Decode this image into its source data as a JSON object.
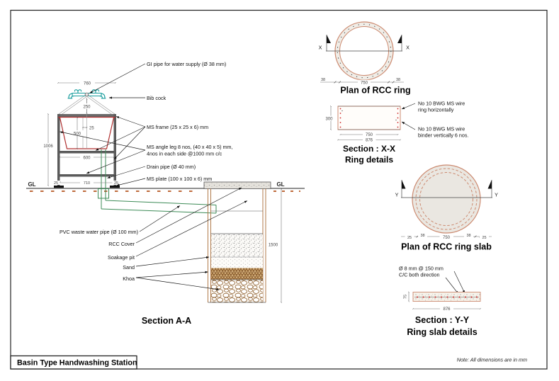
{
  "colors": {
    "tap_teal": "#169c9c",
    "basin_red": "#b03030",
    "pipe_green": "#3d8b57",
    "ring_salmon": "#cc8a70",
    "pit_brown": "#b07a4a",
    "rebar_red": "#cc2222",
    "ground_brown": "#b5551f",
    "frame_gray": "#555555"
  },
  "sheet": {
    "title": "Basin Type Handwashing Station",
    "note": "Note: All dimensions are in mm"
  },
  "section_aa": {
    "title": "Section A-A",
    "gl": "GL",
    "labels": {
      "gi_pipe": "GI pipe for water supply (Ø 38 mm)",
      "bib_cock": "Bib cock",
      "ms_frame": "MS frame (25 x 25 x 6) mm",
      "ms_angle_1": "MS angle leg 8 nos, (40 x 40 x 5) mm,",
      "ms_angle_2": "4nos in each side @1000 mm c/c",
      "drain_pipe": "Drain pipe (Ø 40 mm)",
      "ms_plate": "MS plate (100 x 100 x 6) mm",
      "pvc_pipe": "PVC waste water pipe (Ø 100 mm)",
      "rcc_cover": "RCC Cover",
      "soakage_pit": "Soakage pit",
      "sand": "Sand",
      "khoa": "Khoa"
    },
    "dims": {
      "top_width": "760",
      "tap_height": "250",
      "rim_offset": "25",
      "basin_depth": "500",
      "mid_width": "600",
      "frame_height": "1006",
      "base_left": "25",
      "base_width": "710",
      "base_right": "25",
      "pit_depth": "1500"
    }
  },
  "ring_plan": {
    "title": "Plan of RCC ring",
    "section_marker": "X",
    "dims": {
      "wall_left": "38",
      "inner_dia": "750",
      "wall_right": "38"
    }
  },
  "ring_section": {
    "title": "Section : X-X",
    "subtitle": "Ring details",
    "labels": {
      "wire_ring_1": "No 10 BWG MS wire",
      "wire_ring_2": "ring horizontally",
      "wire_binder_1": "No 10 BWG MS wire",
      "wire_binder_2": "binder vertically 6 nos."
    },
    "dims": {
      "height": "300",
      "inner_dia": "750",
      "outer_dia": "876"
    }
  },
  "slab_plan": {
    "title": "Plan of RCC ring slab",
    "section_marker": "Y",
    "dims": {
      "edge_left": "25",
      "wall_left": "38",
      "inner_dia": "750",
      "wall_right": "38",
      "edge_right": "25"
    }
  },
  "slab_section": {
    "title": "Section : Y-Y",
    "subtitle": "Ring slab details",
    "labels": {
      "rebar_1": "Ø 8 mm @ 150 mm",
      "rebar_2": "C/C both direction"
    },
    "dims": {
      "thickness": "75",
      "width": "876"
    }
  }
}
